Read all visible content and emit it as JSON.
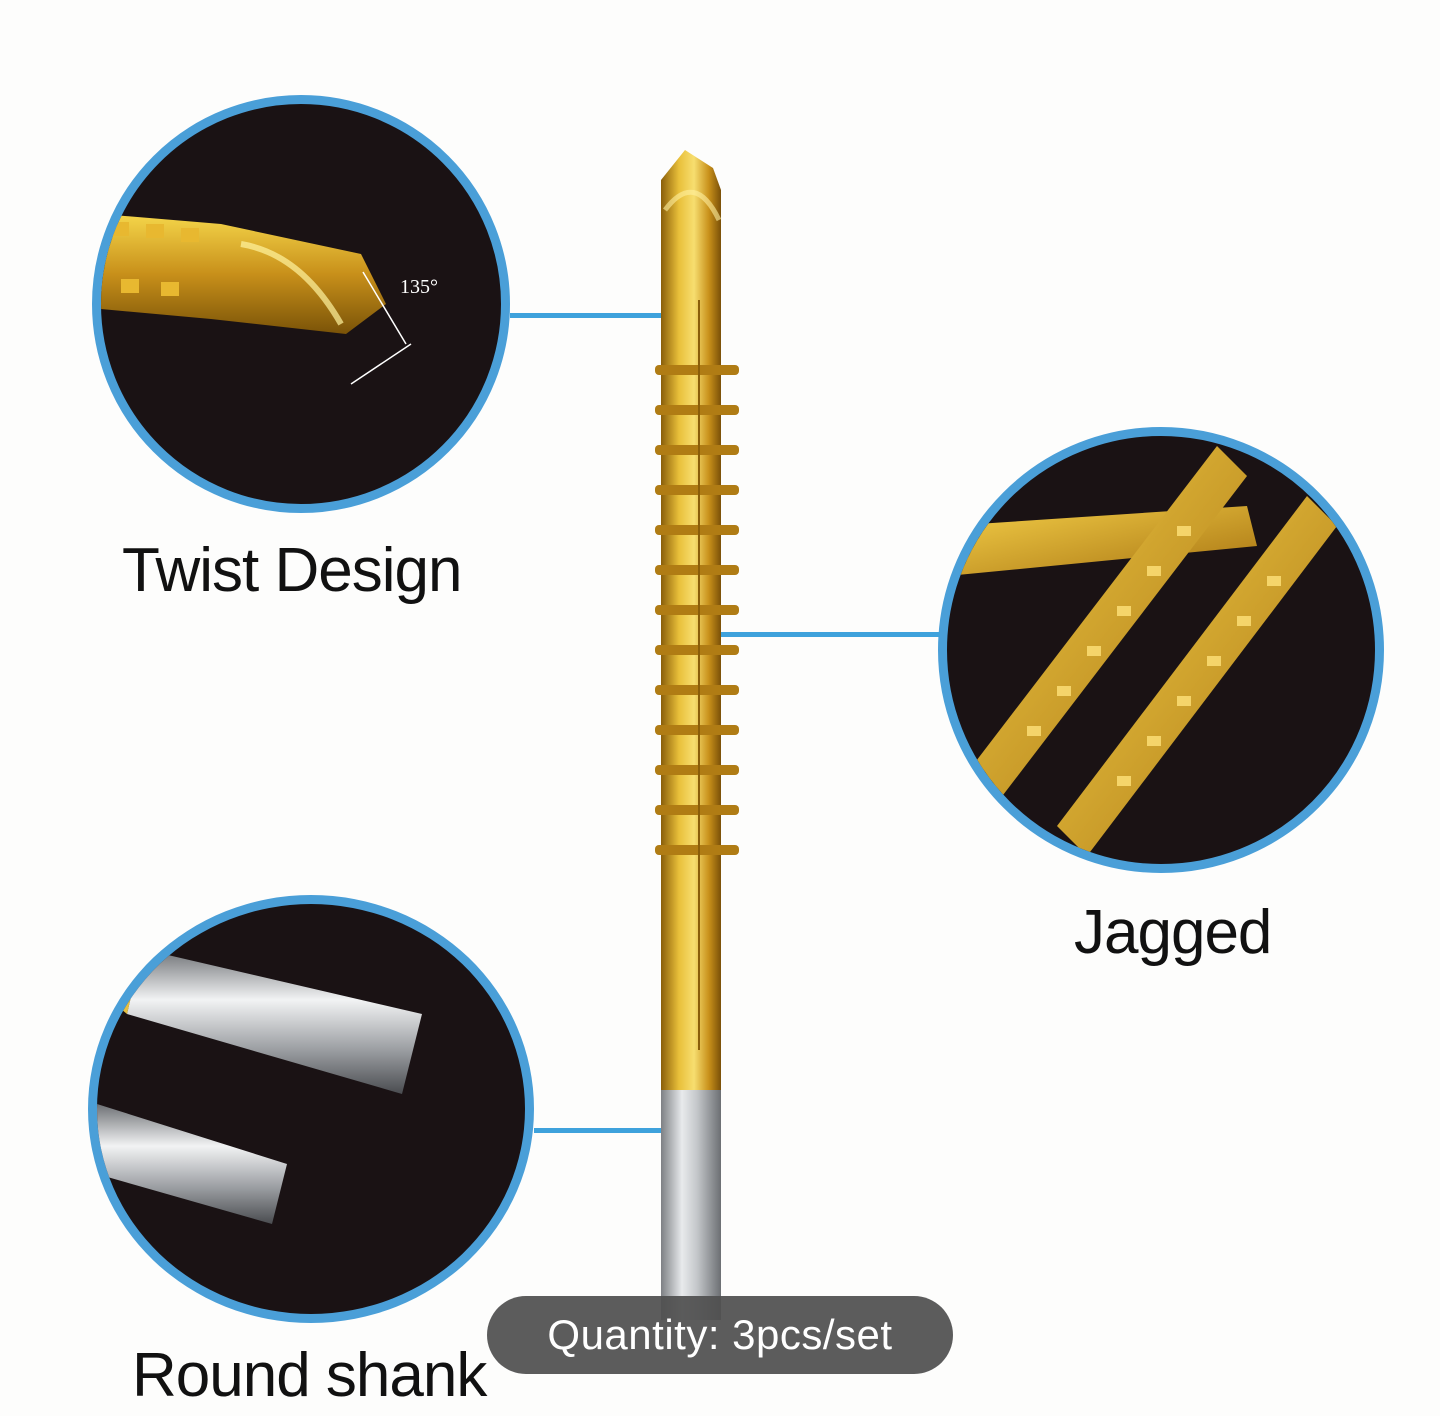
{
  "features": [
    {
      "id": "twist",
      "label": "Twist Design",
      "annotation": "135°"
    },
    {
      "id": "jagged",
      "label": "Jagged"
    },
    {
      "id": "shank",
      "label": "Round shank"
    }
  ],
  "badge": {
    "text": "Quantity: 3pcs/set"
  },
  "colors": {
    "accent_blue": "#4a9fd8",
    "circle_bg": "#1a1214",
    "gold": "#d9a520",
    "silver": "#b9bcc0",
    "badge_bg": "#505050"
  }
}
